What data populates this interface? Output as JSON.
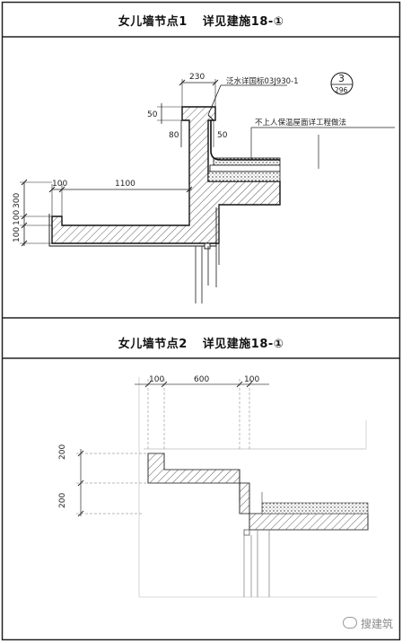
{
  "detail1": {
    "title": "女儿墙节点1",
    "ref": "详见建施18-①",
    "flashing_note": "泛水详国标03J930-1",
    "index_top": "3",
    "index_bottom": "296",
    "roof_note": "不上人保温屋面详工程做法",
    "dims": {
      "cap_width": "230",
      "cap_50": "50",
      "h80": "80",
      "h50": "50",
      "left_100": "100",
      "span_1100": "1100",
      "v300": "300",
      "v100a": "100",
      "v100b": "100"
    }
  },
  "detail2": {
    "title": "女儿墙节点2",
    "ref": "详见建施18-①",
    "dims": {
      "d100a": "100",
      "d600": "600",
      "d100b": "100",
      "v200a": "200",
      "v200b": "200"
    }
  },
  "watermark": "搜建筑"
}
